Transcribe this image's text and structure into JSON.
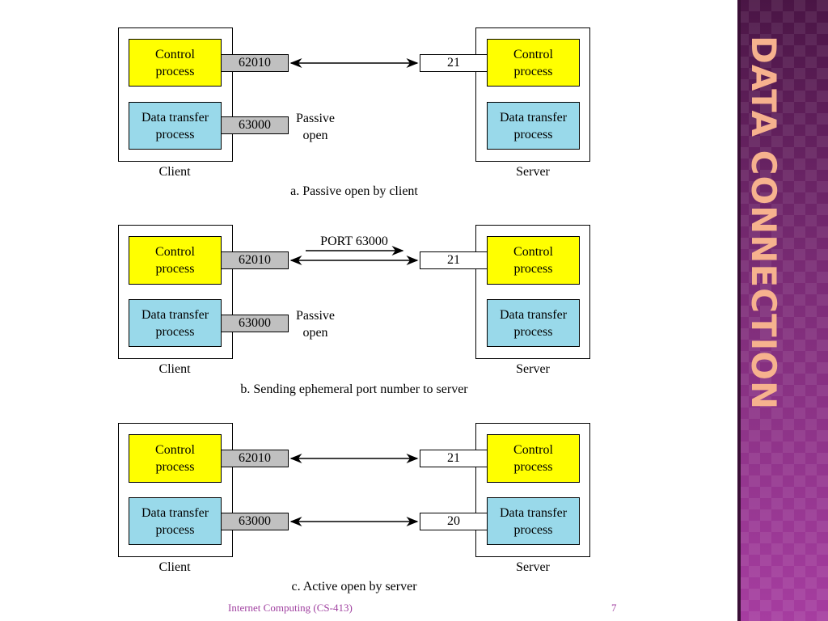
{
  "slide": {
    "title": "DATA CONNECTION",
    "footer_course": "Internet Computing (CS-413)",
    "page_number": "7"
  },
  "labels": {
    "control_process": "Control\nprocess",
    "data_transfer_process": "Data transfer\nprocess",
    "client": "Client",
    "server": "Server",
    "passive_open": "Passive\nopen"
  },
  "panels": [
    {
      "caption": "a. Passive open by client",
      "client_control_port": "62010",
      "client_data_port": "63000",
      "server_control_port": "21",
      "server_data_port": "",
      "message": "",
      "passive_note": true
    },
    {
      "caption": "b. Sending ephemeral port number to server",
      "client_control_port": "62010",
      "client_data_port": "63000",
      "server_control_port": "21",
      "server_data_port": "",
      "message": "PORT 63000",
      "passive_note": true
    },
    {
      "caption": "c. Active open by server",
      "client_control_port": "62010",
      "client_data_port": "63000",
      "server_control_port": "21",
      "server_data_port": "20",
      "message": "",
      "passive_note": false
    }
  ],
  "colors": {
    "control_process": "#ffff00",
    "data_transfer_process": "#99d9ea",
    "client_port": "#c0c0c0",
    "sidebar": "#7a2a73",
    "title": "#f6b28e",
    "footer": "#a040a0"
  }
}
